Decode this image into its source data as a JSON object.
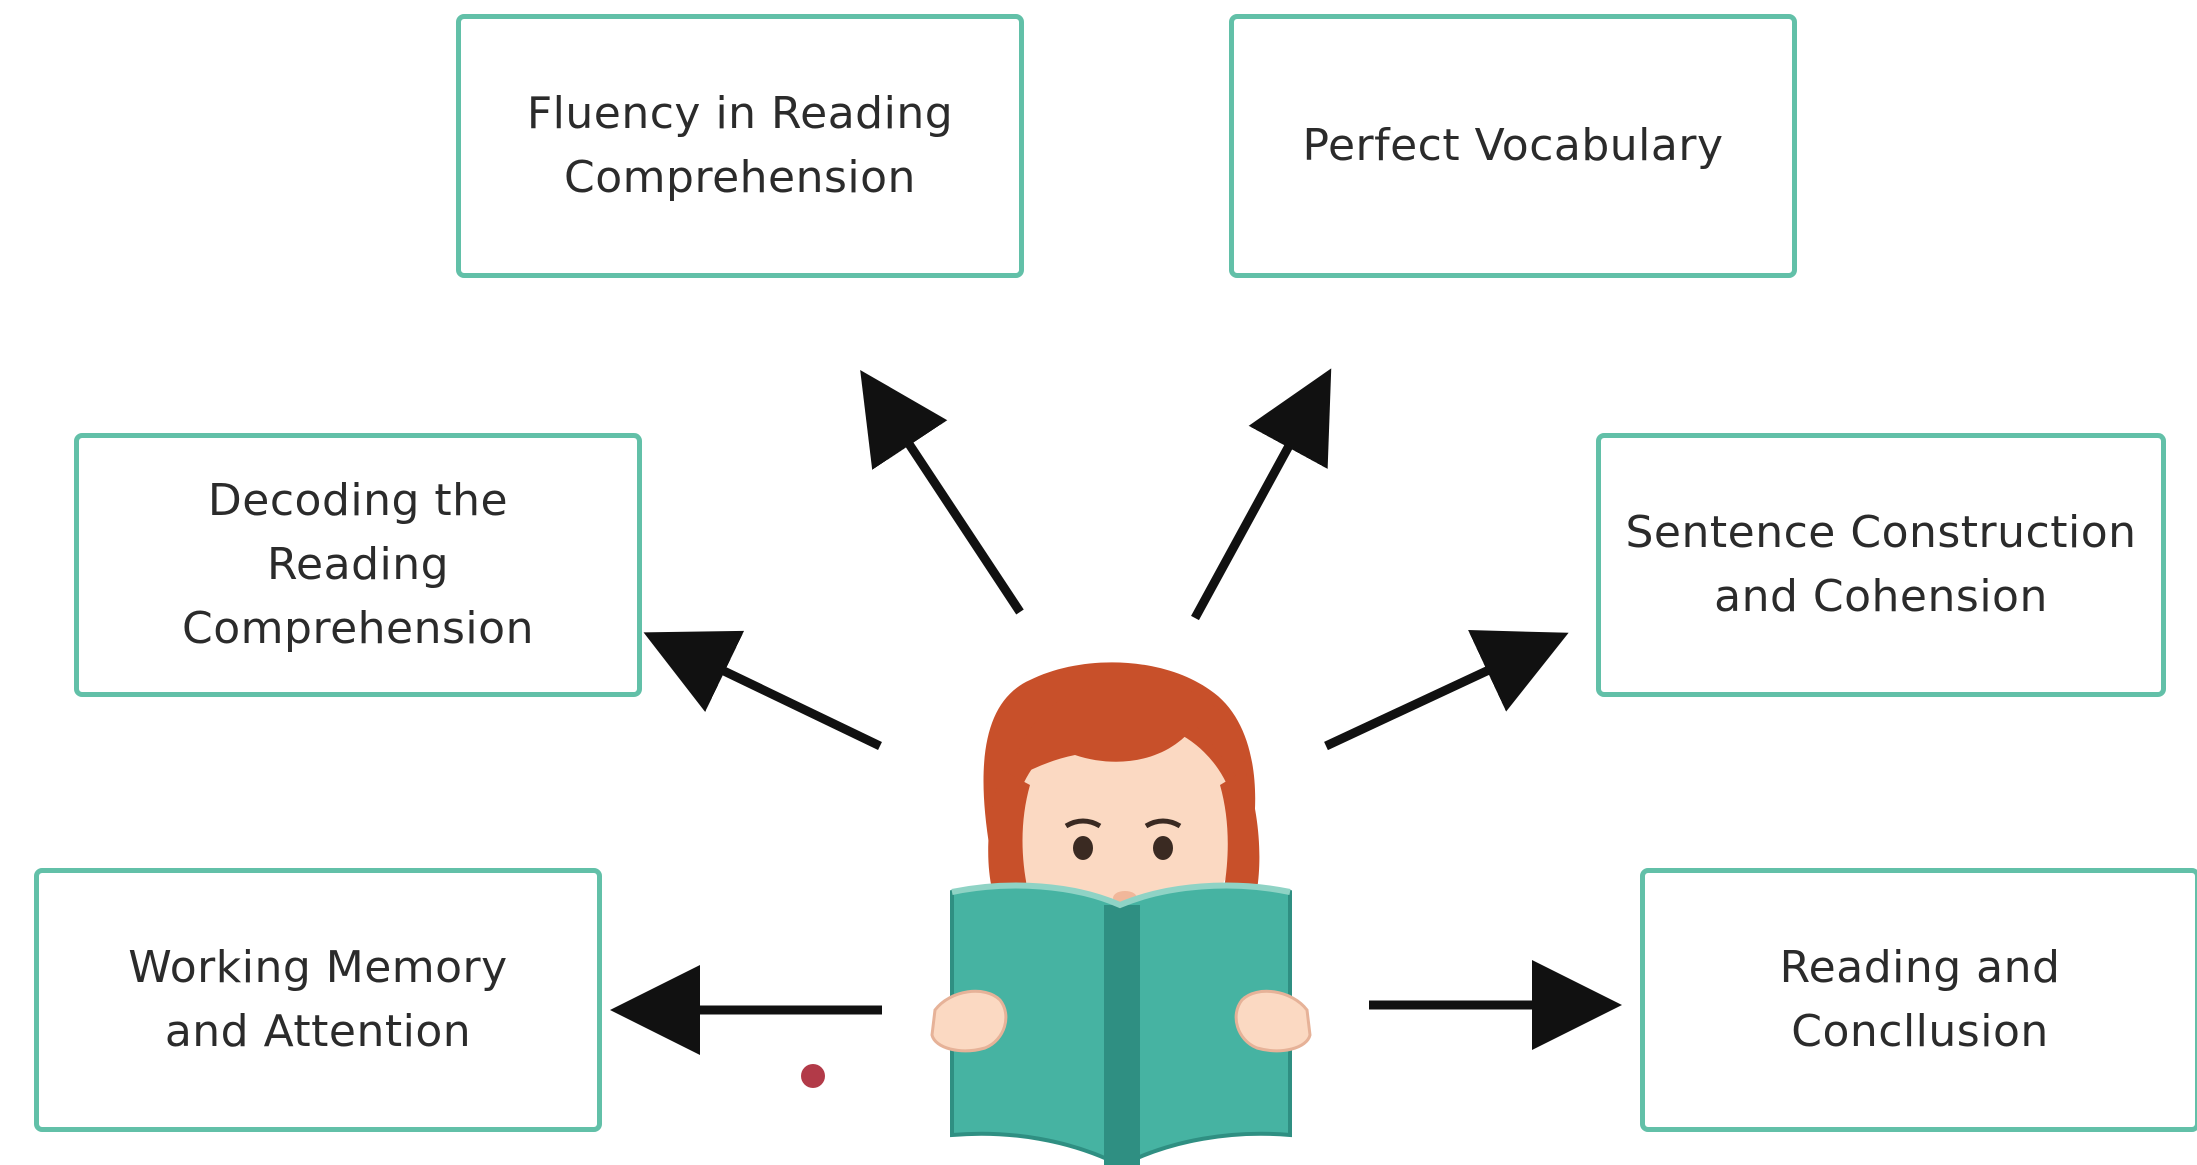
{
  "diagram": {
    "boxes": {
      "fluency": {
        "line1": "Fluency in Reading",
        "line2": "Comprehension"
      },
      "vocab": {
        "line1": "Perfect Vocabulary"
      },
      "decoding": {
        "line1": "Decoding the",
        "line2": "Reading",
        "line3": "Comprehension"
      },
      "sentence": {
        "line1": "Sentence Construction",
        "line2": "and Cohension"
      },
      "memory": {
        "line1": "Working Memory",
        "line2": "and Attention"
      },
      "reading": {
        "line1": "Reading and",
        "line2": "Concllusion"
      }
    },
    "colors": {
      "box_border": "#62c0a8",
      "arrow": "#111111",
      "book": "#46b3a2",
      "hair": "#c8502a",
      "skin": "#fbd9c2"
    },
    "center_figure": "girl-reading-book-illustration"
  }
}
